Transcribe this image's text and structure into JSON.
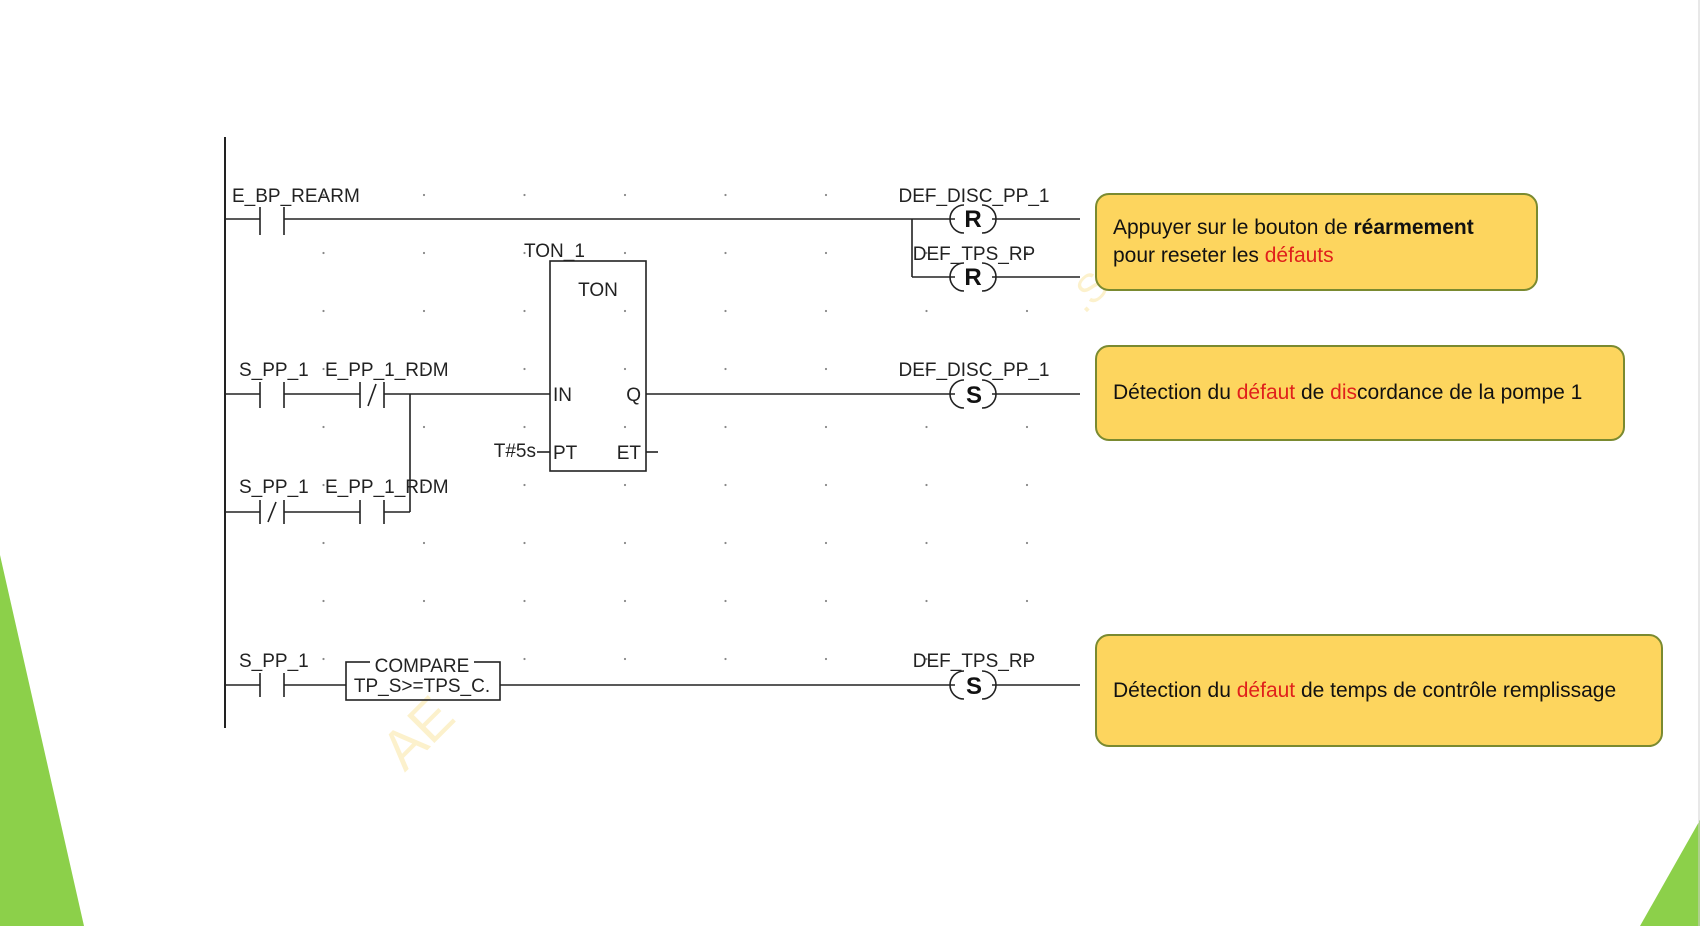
{
  "colors": {
    "callout_fill": "#fdd55e",
    "callout_border": "#7a8a30",
    "highlight_red": "#e0201b",
    "wire": "#222222",
    "accent_green": "#8cd04a"
  },
  "rungs": {
    "r1": {
      "contact": "E_BP_REARM",
      "coil1": {
        "name": "DEF_DISC_PP_1",
        "type": "R"
      },
      "coil2": {
        "name": "DEF_TPS_RP",
        "type": "R"
      }
    },
    "r2": {
      "contact_a": "S_PP_1",
      "contact_b": "E_PP_1_RDM",
      "contact_c": "S_PP_1",
      "contact_d": "E_PP_1_RDM",
      "timer": {
        "instance": "TON_1",
        "type": "TON",
        "in": "IN",
        "q": "Q",
        "pt": "PT",
        "et": "ET",
        "preset": "T#5s"
      },
      "coil": {
        "name": "DEF_DISC_PP_1",
        "type": "S"
      }
    },
    "r3": {
      "contact": "S_PP_1",
      "compare": {
        "title": "COMPARE",
        "expr": "TP_S>=TPS_C."
      },
      "coil": {
        "name": "DEF_TPS_RP",
        "type": "S"
      }
    }
  },
  "callouts": {
    "c1": {
      "line1_prefix": "Appuyer sur le bouton de ",
      "line1_bold": "réarmement",
      "line2_prefix": "pour reseter les ",
      "line2_red": "défauts"
    },
    "c2": {
      "prefix": "Détection du ",
      "red1": "défaut",
      "mid": " de ",
      "red2": "dis",
      "suffix": "cordance de la pompe 1"
    },
    "c3": {
      "prefix": "Détection du ",
      "red1": "défaut",
      "suffix": " de temps de contrôle remplissage"
    }
  }
}
